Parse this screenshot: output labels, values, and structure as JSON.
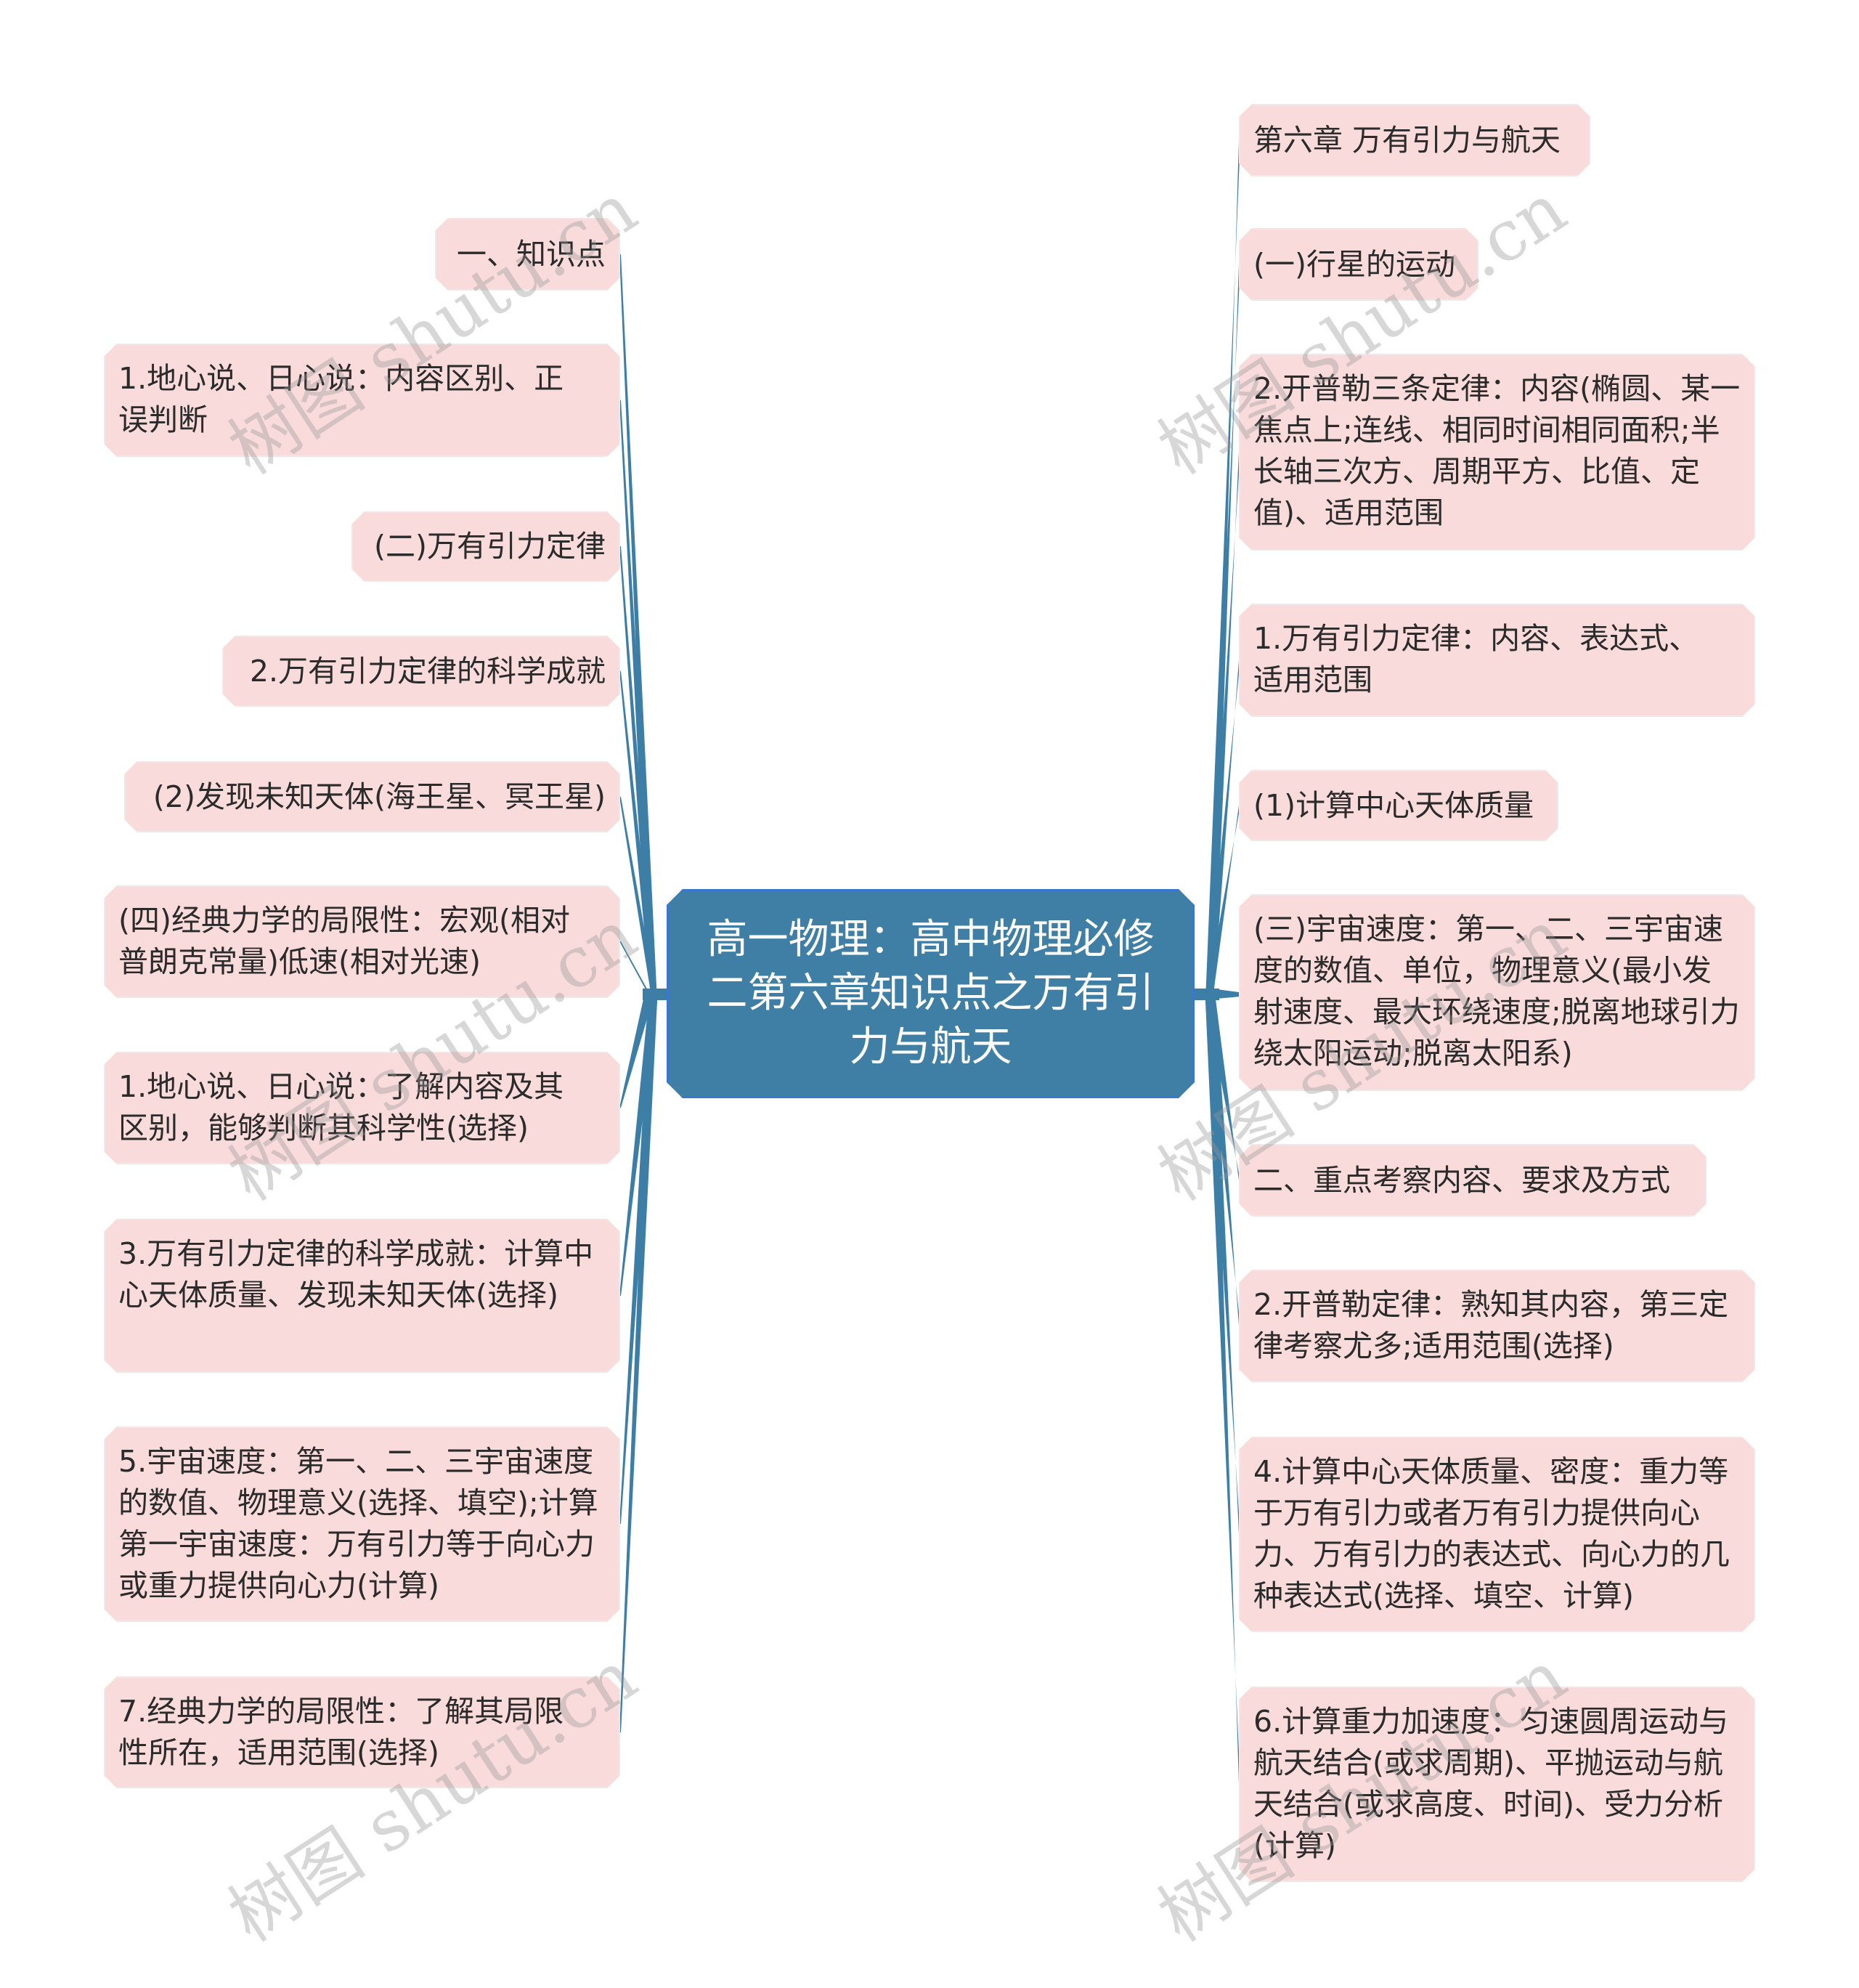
{
  "root": {
    "title": "高一物理：高中物理必修二第六章知识点之万有引力与航天",
    "color": "#3f7fa6",
    "edge_color": "#3d7ea6"
  },
  "node_color": "#fadbdb",
  "left_nodes": [
    {
      "text": "一、知识点"
    },
    {
      "text": "1.地心说、日心说：内容区别、正误判断"
    },
    {
      "text": "(二)万有引力定律"
    },
    {
      "text": "2.万有引力定律的科学成就"
    },
    {
      "text": "(2)发现未知天体(海王星、冥王星)"
    },
    {
      "text": "(四)经典力学的局限性：宏观(相对普朗克常量)低速(相对光速)"
    },
    {
      "text": "1.地心说、日心说：了解内容及其区别，能够判断其科学性(选择)"
    },
    {
      "text": "3.万有引力定律的科学成就：计算中心天体质量、发现未知天体(选择)"
    },
    {
      "text": "5.宇宙速度：第一、二、三宇宙速度的数值、物理意义(选择、填空);计算第一宇宙速度：万有引力等于向心力或重力提供向心力(计算)"
    },
    {
      "text": "7.经典力学的局限性：了解其局限性所在，适用范围(选择)"
    }
  ],
  "right_nodes": [
    {
      "text": "第六章 万有引力与航天"
    },
    {
      "text": "(一)行星的运动"
    },
    {
      "text": "2.开普勒三条定律：内容(椭圆、某一焦点上;连线、相同时间相同面积;半长轴三次方、周期平方、比值、定值)、适用范围"
    },
    {
      "text": "1.万有引力定律：内容、表达式、适用范围"
    },
    {
      "text": "(1)计算中心天体质量"
    },
    {
      "text": "(三)宇宙速度：第一、二、三宇宙速度的数值、单位，物理意义(最小发射速度、最大环绕速度;脱离地球引力绕太阳运动;脱离太阳系)"
    },
    {
      "text": "二、重点考察内容、要求及方式"
    },
    {
      "text": "2.开普勒定律：熟知其内容，第三定律考察尤多;适用范围(选择)"
    },
    {
      "text": "4.计算中心天体质量、密度：重力等于万有引力或者万有引力提供向心力、万有引力的表达式、向心力的几种表达式(选择、填空、计算)"
    },
    {
      "text": "6.计算重力加速度：匀速圆周运动与航天结合(或求周期)、平抛运动与航天结合(或求高度、时间)、受力分析(计算)"
    }
  ],
  "watermark": {
    "text": "树图 shutu.cn"
  }
}
